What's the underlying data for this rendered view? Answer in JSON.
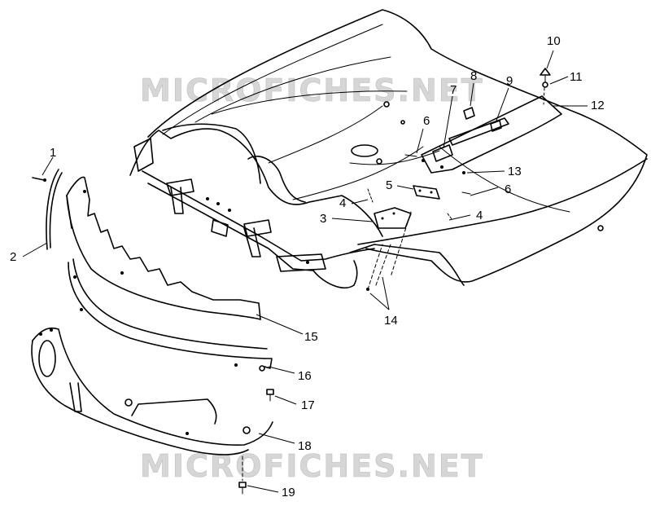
{
  "watermark": {
    "text": "MICROFICHES.NET"
  },
  "callouts": [
    {
      "id": "1",
      "label": "1"
    },
    {
      "id": "2",
      "label": "2"
    },
    {
      "id": "3",
      "label": "3"
    },
    {
      "id": "4a",
      "label": "4"
    },
    {
      "id": "4b",
      "label": "4"
    },
    {
      "id": "5",
      "label": "5"
    },
    {
      "id": "6a",
      "label": "6"
    },
    {
      "id": "6b",
      "label": "6"
    },
    {
      "id": "7",
      "label": "7"
    },
    {
      "id": "8",
      "label": "8"
    },
    {
      "id": "9",
      "label": "9"
    },
    {
      "id": "10",
      "label": "10"
    },
    {
      "id": "11",
      "label": "11"
    },
    {
      "id": "12",
      "label": "12"
    },
    {
      "id": "13",
      "label": "13"
    },
    {
      "id": "14",
      "label": "14"
    },
    {
      "id": "15",
      "label": "15"
    },
    {
      "id": "16",
      "label": "16"
    },
    {
      "id": "17",
      "label": "17"
    },
    {
      "id": "18",
      "label": "18"
    },
    {
      "id": "19",
      "label": "19"
    }
  ]
}
